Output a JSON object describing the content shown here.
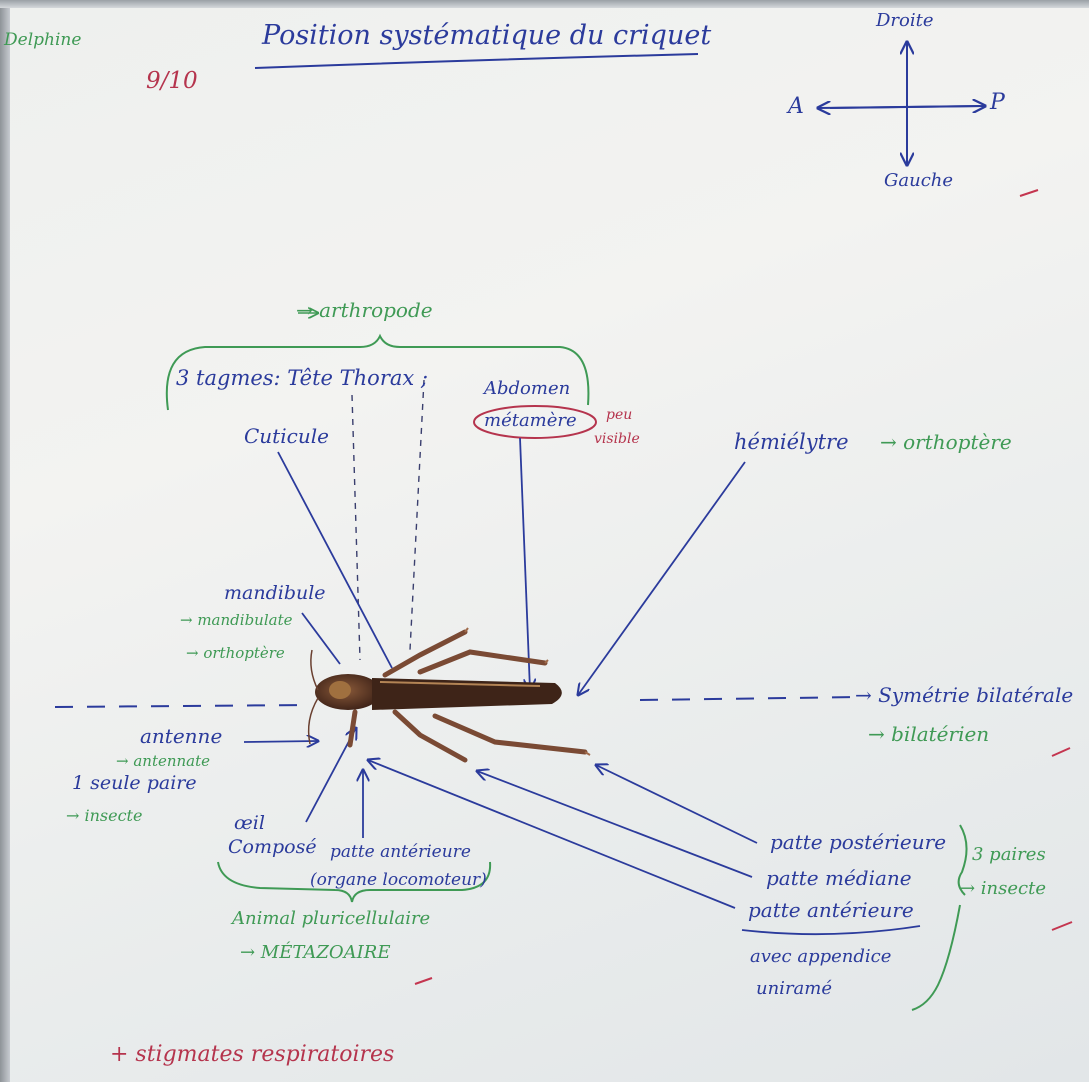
{
  "colors": {
    "ink_blue": "#2b3b9c",
    "ink_green": "#3f9a55",
    "ink_red": "#b5344d",
    "paper": "#f0f1ef",
    "cricket_body": "#5a3424"
  },
  "header": {
    "author": "Delphine",
    "title": "Position systématique du criquet",
    "grade": "9/10"
  },
  "compass": {
    "up": "Droite",
    "down": "Gauche",
    "left": "A",
    "right": "P"
  },
  "top_group": {
    "class": "→ arthropode",
    "segments": "3 tagmes: Tête Thorax ;",
    "abdomen": "Abdomen",
    "metamere": "métamère",
    "note_a": "peu",
    "note_b": "visible"
  },
  "labels": {
    "cuticule": "Cuticule",
    "hemielytre": "hémiélytre",
    "orthoptere_right": "→ orthoptère",
    "mandibule": "mandibule",
    "mandibule_note": "→ mandibulate",
    "orthoptere_left": "→ orthoptère",
    "symetrie": "→ Symétrie bilatérale",
    "bilaterien": "→ bilatérien",
    "antenne": "antenne",
    "antenne_note": "→ antennate",
    "paire": "1 seule paire",
    "insecte_left": "→ insecte",
    "oeil_a": "œil",
    "oeil_b": "Composé",
    "patte_ant_a": "patte antérieure",
    "patte_ant_b": "(organe locomoteur)",
    "animal": "Animal pluricellulaire",
    "metazoaire": "→ MÉTAZOAIRE",
    "patte_post": "patte postérieure",
    "patte_med": "patte médiane",
    "patte_ant_r": "patte antérieure",
    "appendice_a": "avec appendice",
    "appendice_b": "uniramé",
    "paires_a": "3 paires",
    "paires_b": "→ insecte",
    "stigmates": "+ stigmates respiratoires"
  }
}
